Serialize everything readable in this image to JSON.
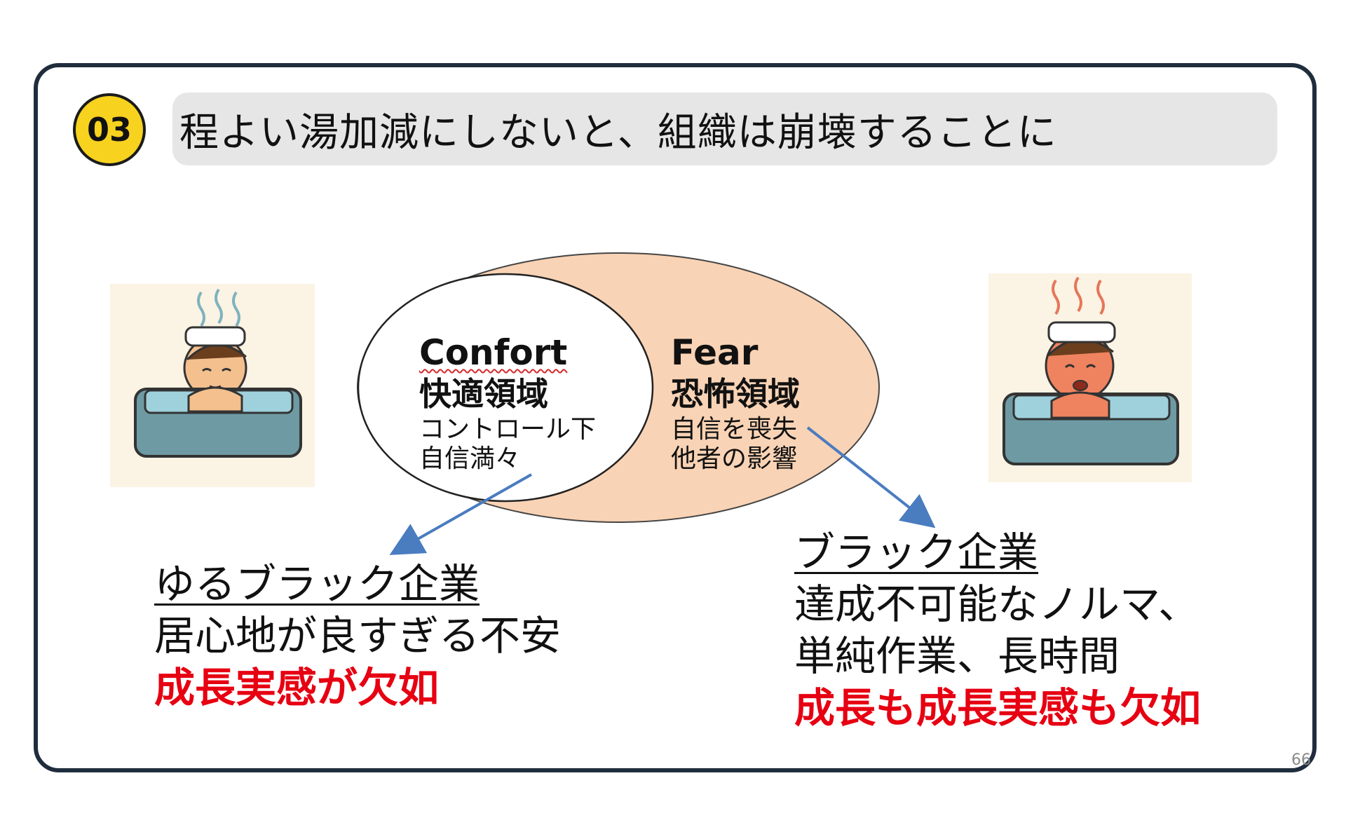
{
  "badge": {
    "number": "03"
  },
  "title": "程よい湯加減にしないと、組織は崩壊することに",
  "comfort_zone": {
    "name_en": "Confort",
    "name_jp": "快適領域",
    "desc_line1": "コントロール下",
    "desc_line2": "自信満々"
  },
  "fear_zone": {
    "name_en": "Fear",
    "name_jp": "恐怖領域",
    "desc_line1": "自信を喪失",
    "desc_line2": "他者の影響"
  },
  "left_caption": {
    "heading": "ゆるブラック企業",
    "line1": "居心地が良すぎる不安",
    "line2_red": "成長実感が欠如"
  },
  "right_caption": {
    "heading": "ブラック企業",
    "line1": "達成不可能なノルマ、",
    "line2": "単純作業、長時間",
    "line3_red": "成長も成長実感も欠如"
  },
  "page_number": "66",
  "colors": {
    "frame": "#1f2d3d",
    "badge_fill": "#f7d21f",
    "title_bar": "#e6e6e6",
    "fear_zone_fill": "#f9d3b5",
    "arrow": "#4a7cc0",
    "emphasis_red": "#e60012"
  },
  "illustrations": {
    "left": "calm-man-in-bathtub-icon",
    "right": "overheated-man-in-bathtub-icon"
  }
}
